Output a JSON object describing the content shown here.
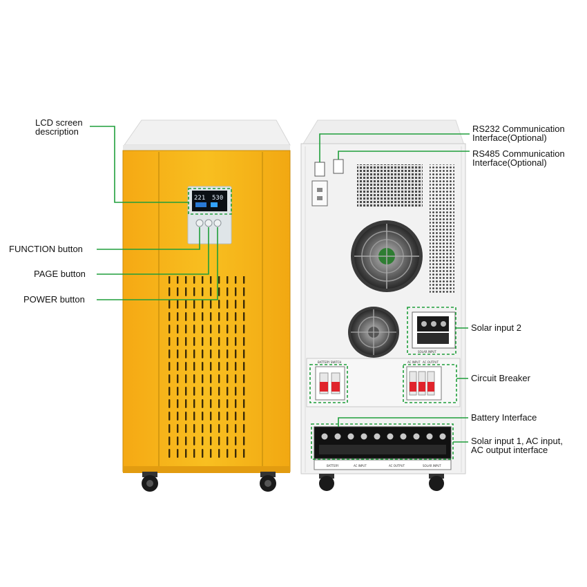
{
  "labels": {
    "lcd": [
      "LCD screen",
      "description"
    ],
    "function_button": "FUNCTION button",
    "page_button": "PAGE button",
    "power_button": "POWER button",
    "rs232": [
      "RS232 Communication",
      "Interface(Optional)"
    ],
    "rs485": [
      "RS485 Communication",
      "Interface(Optional)"
    ],
    "solar_input_2": "Solar input 2",
    "circuit_breaker": "Circuit Breaker",
    "battery_interface": "Battery Interface",
    "solar_ac": [
      "Solar input 1, AC input,",
      "AC output interface"
    ]
  },
  "lcd_display": {
    "left": "221",
    "right": "530"
  },
  "panel_text": {
    "battery_switch": "BATTERY SWITCH",
    "ac_input": "AC INPUT",
    "ac_output": "AC OUTPUT",
    "solar_input": "SOLAR INPUT",
    "battery": "BATTERY"
  },
  "colors": {
    "callout_line": "#1e9e3a",
    "front_panel": "#f6b81a",
    "back_panel": "#f2f2f2",
    "breaker_red": "#e0242c"
  }
}
